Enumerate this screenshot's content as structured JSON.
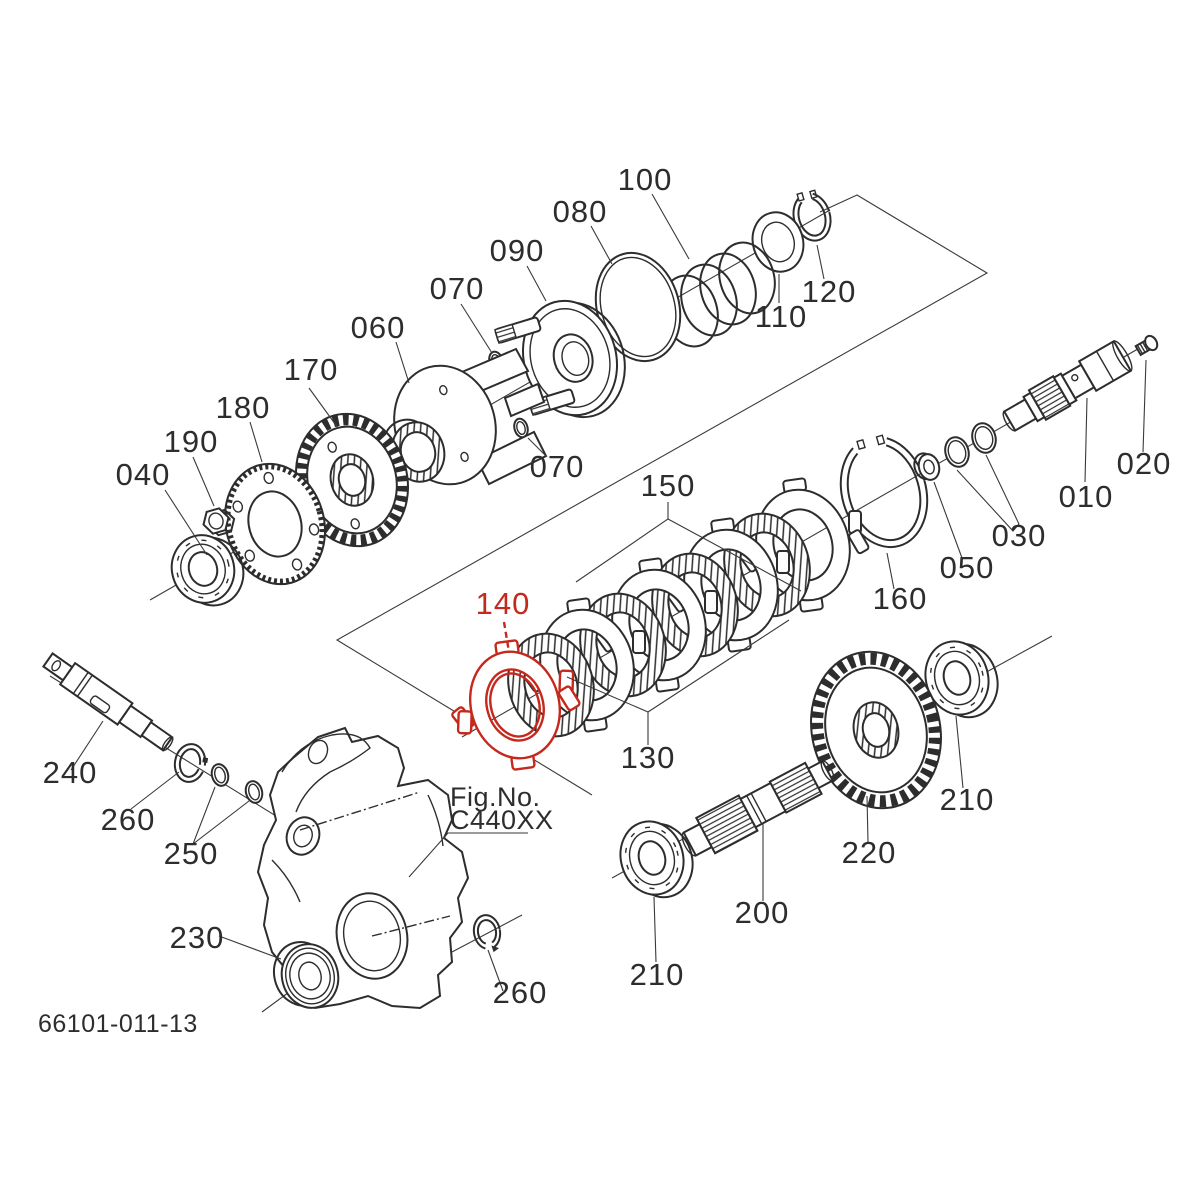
{
  "figure": {
    "fig_label": "Fig.No.",
    "fig_value": "C440XX",
    "drawing_number": "66101-011-13"
  },
  "colors": {
    "line": "#2d2d2d",
    "highlight": "#c5281c",
    "background": "#ffffff"
  },
  "callouts": [
    {
      "ref": "100"
    },
    {
      "ref": "080"
    },
    {
      "ref": "090"
    },
    {
      "ref": "070"
    },
    {
      "ref": "060"
    },
    {
      "ref": "170"
    },
    {
      "ref": "180"
    },
    {
      "ref": "190"
    },
    {
      "ref": "040"
    },
    {
      "ref": "070"
    },
    {
      "ref": "110"
    },
    {
      "ref": "120"
    },
    {
      "ref": "020"
    },
    {
      "ref": "010"
    },
    {
      "ref": "030"
    },
    {
      "ref": "050"
    },
    {
      "ref": "160"
    },
    {
      "ref": "150"
    },
    {
      "ref": "140",
      "highlighted": true
    },
    {
      "ref": "130"
    },
    {
      "ref": "210"
    },
    {
      "ref": "220"
    },
    {
      "ref": "200"
    },
    {
      "ref": "210"
    },
    {
      "ref": "240"
    },
    {
      "ref": "260"
    },
    {
      "ref": "250"
    },
    {
      "ref": "230"
    },
    {
      "ref": "260"
    }
  ]
}
